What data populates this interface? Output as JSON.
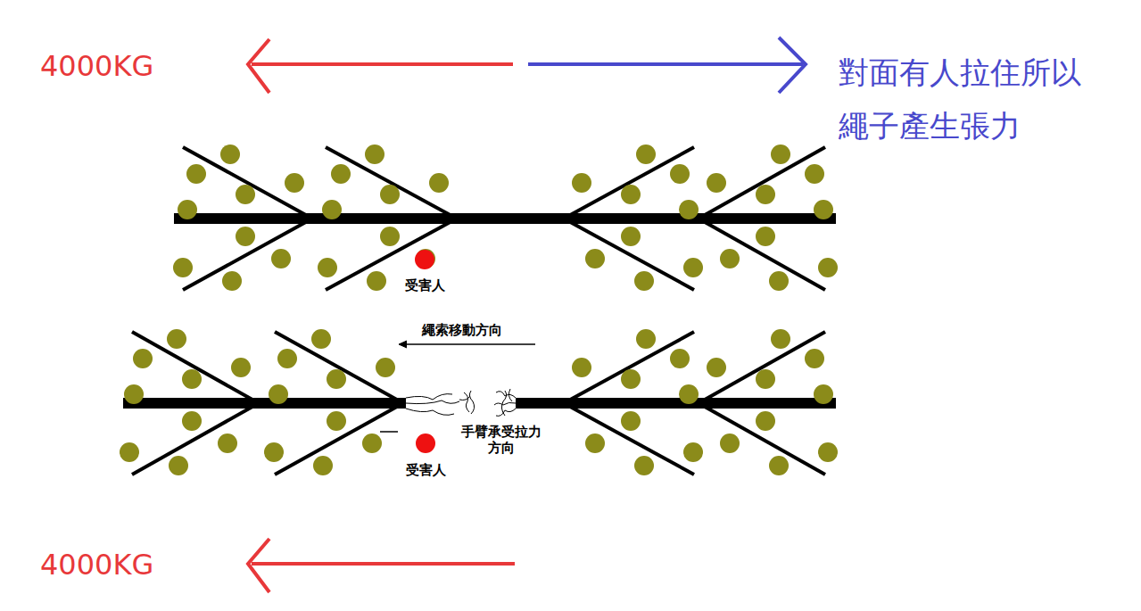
{
  "diagram": {
    "labels": [
      "4000KG",
      "對面有人拉住所以 繩子產生張力",
      "受害人",
      "繩索移動方向",
      "手臂承受拉力 方向",
      "受害人",
      "4000KG"
    ]
  }
}
